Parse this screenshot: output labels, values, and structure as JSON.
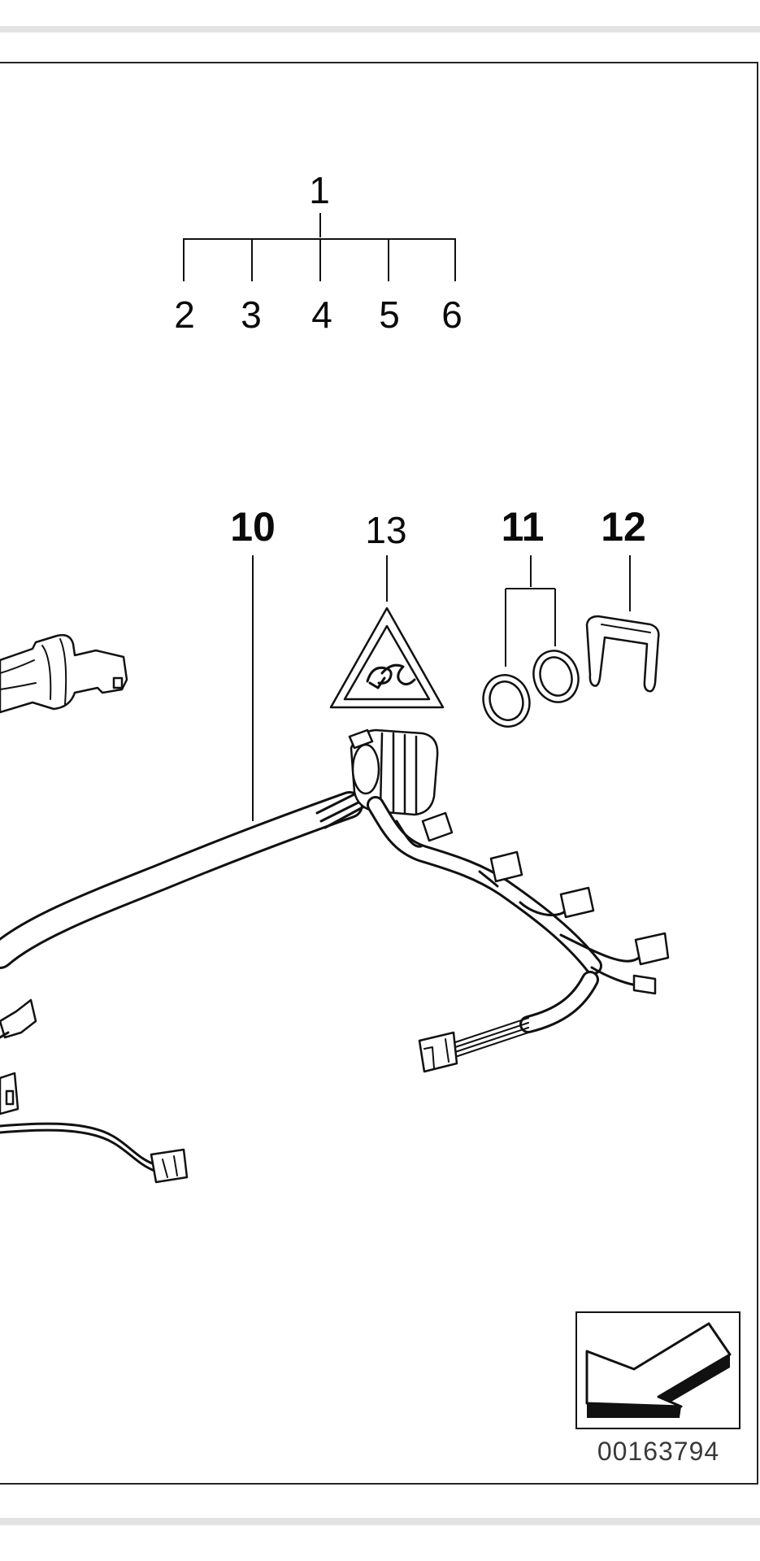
{
  "diagram": {
    "labels": {
      "item_1": "1",
      "item_2": "2",
      "item_3": "3",
      "item_4": "4",
      "item_5": "5",
      "item_6": "6",
      "item_10": "10",
      "item_11": "11",
      "item_12": "12",
      "item_13": "13"
    },
    "reference_number": "00163794",
    "colors": {
      "line": "#111111",
      "band": "#e3e3e3",
      "reference_text": "#3a3a3a"
    },
    "icons": {
      "warning": "warning-triangle-icon",
      "direction": "direction-arrow-icon"
    }
  }
}
